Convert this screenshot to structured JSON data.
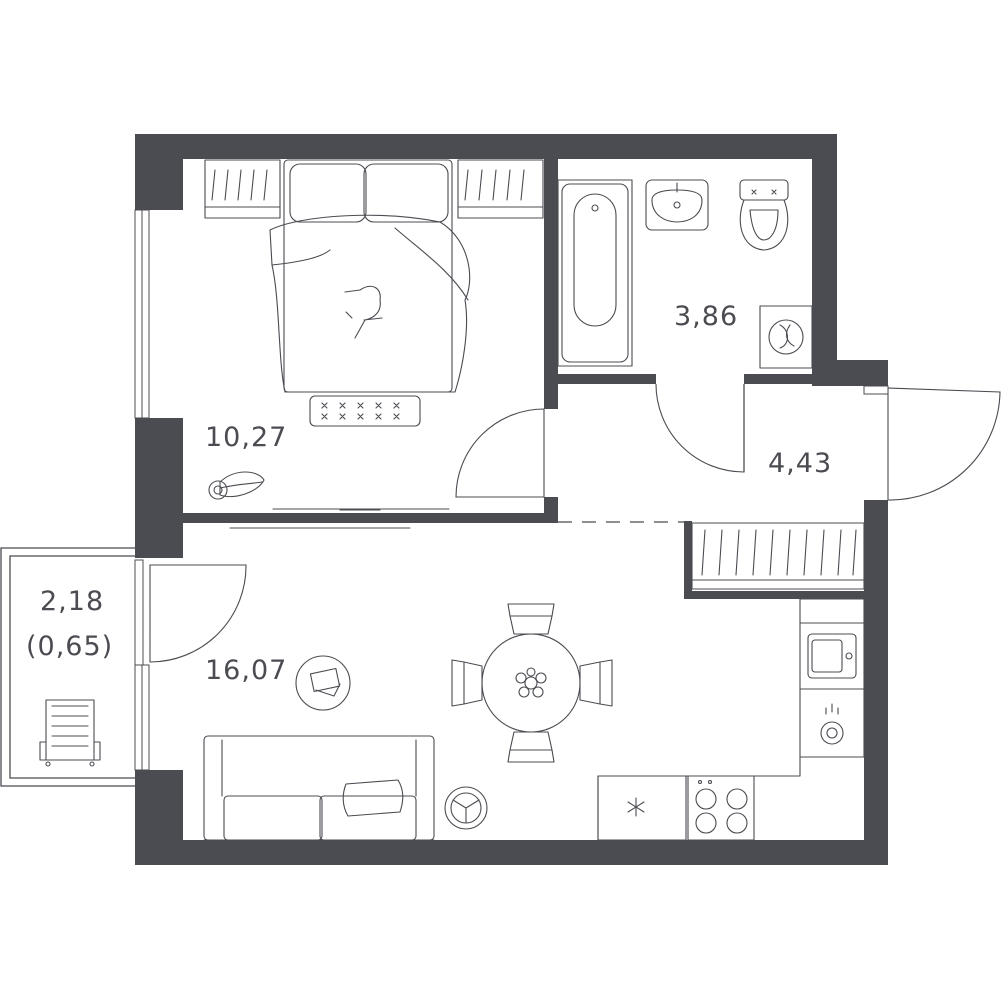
{
  "colors": {
    "wall": "#4a4c52",
    "line": "#4a4c52",
    "background": "#ffffff"
  },
  "rooms": {
    "bedroom": {
      "area": "10,27"
    },
    "bathroom": {
      "area": "3,86"
    },
    "hallway": {
      "area": "4,43"
    },
    "living": {
      "area": "16,07"
    },
    "balcony": {
      "area": "2,18",
      "area_reduced": "(0,65)"
    }
  }
}
